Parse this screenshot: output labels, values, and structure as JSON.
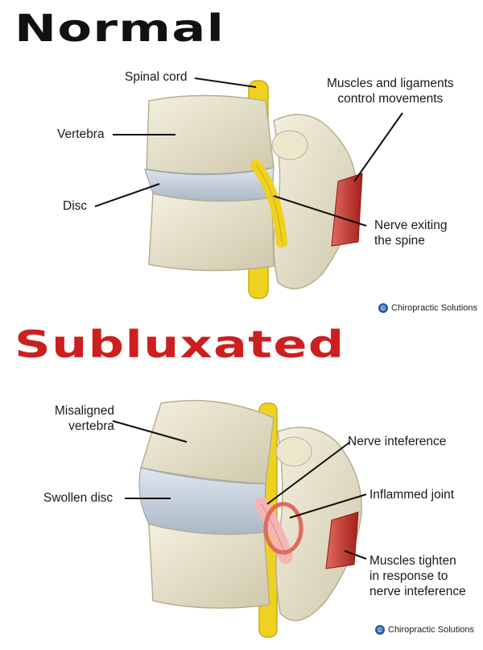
{
  "normal": {
    "title": "Normal",
    "labels": {
      "spinal_cord": "Spinal cord",
      "vertebra": "Vertebra",
      "disc": "Disc",
      "muscles_line1": "Muscles and ligaments",
      "muscles_line2": "control movements",
      "nerve_line1": "Nerve exiting",
      "nerve_line2": "the spine"
    },
    "copyright": "Chiropractic Solutions"
  },
  "subluxated": {
    "title": "Subluxated",
    "labels": {
      "misaligned_line1": "Misaligned",
      "misaligned_line2": "vertebra",
      "swollen_disc": "Swollen disc",
      "nerve_interference": "Nerve inteference",
      "inflammed_joint": "Inflammed joint",
      "muscles_line1": "Muscles tighten",
      "muscles_line2": "in response to",
      "muscles_line3": "nerve inteference"
    },
    "copyright": "Chiropractic Solutions"
  },
  "colors": {
    "bone": "#e9e4cf",
    "disc": "#c9d4de",
    "nerve": "#f0d520",
    "muscle": "#c8322e",
    "heading_sublux": "#cc1f1f"
  }
}
